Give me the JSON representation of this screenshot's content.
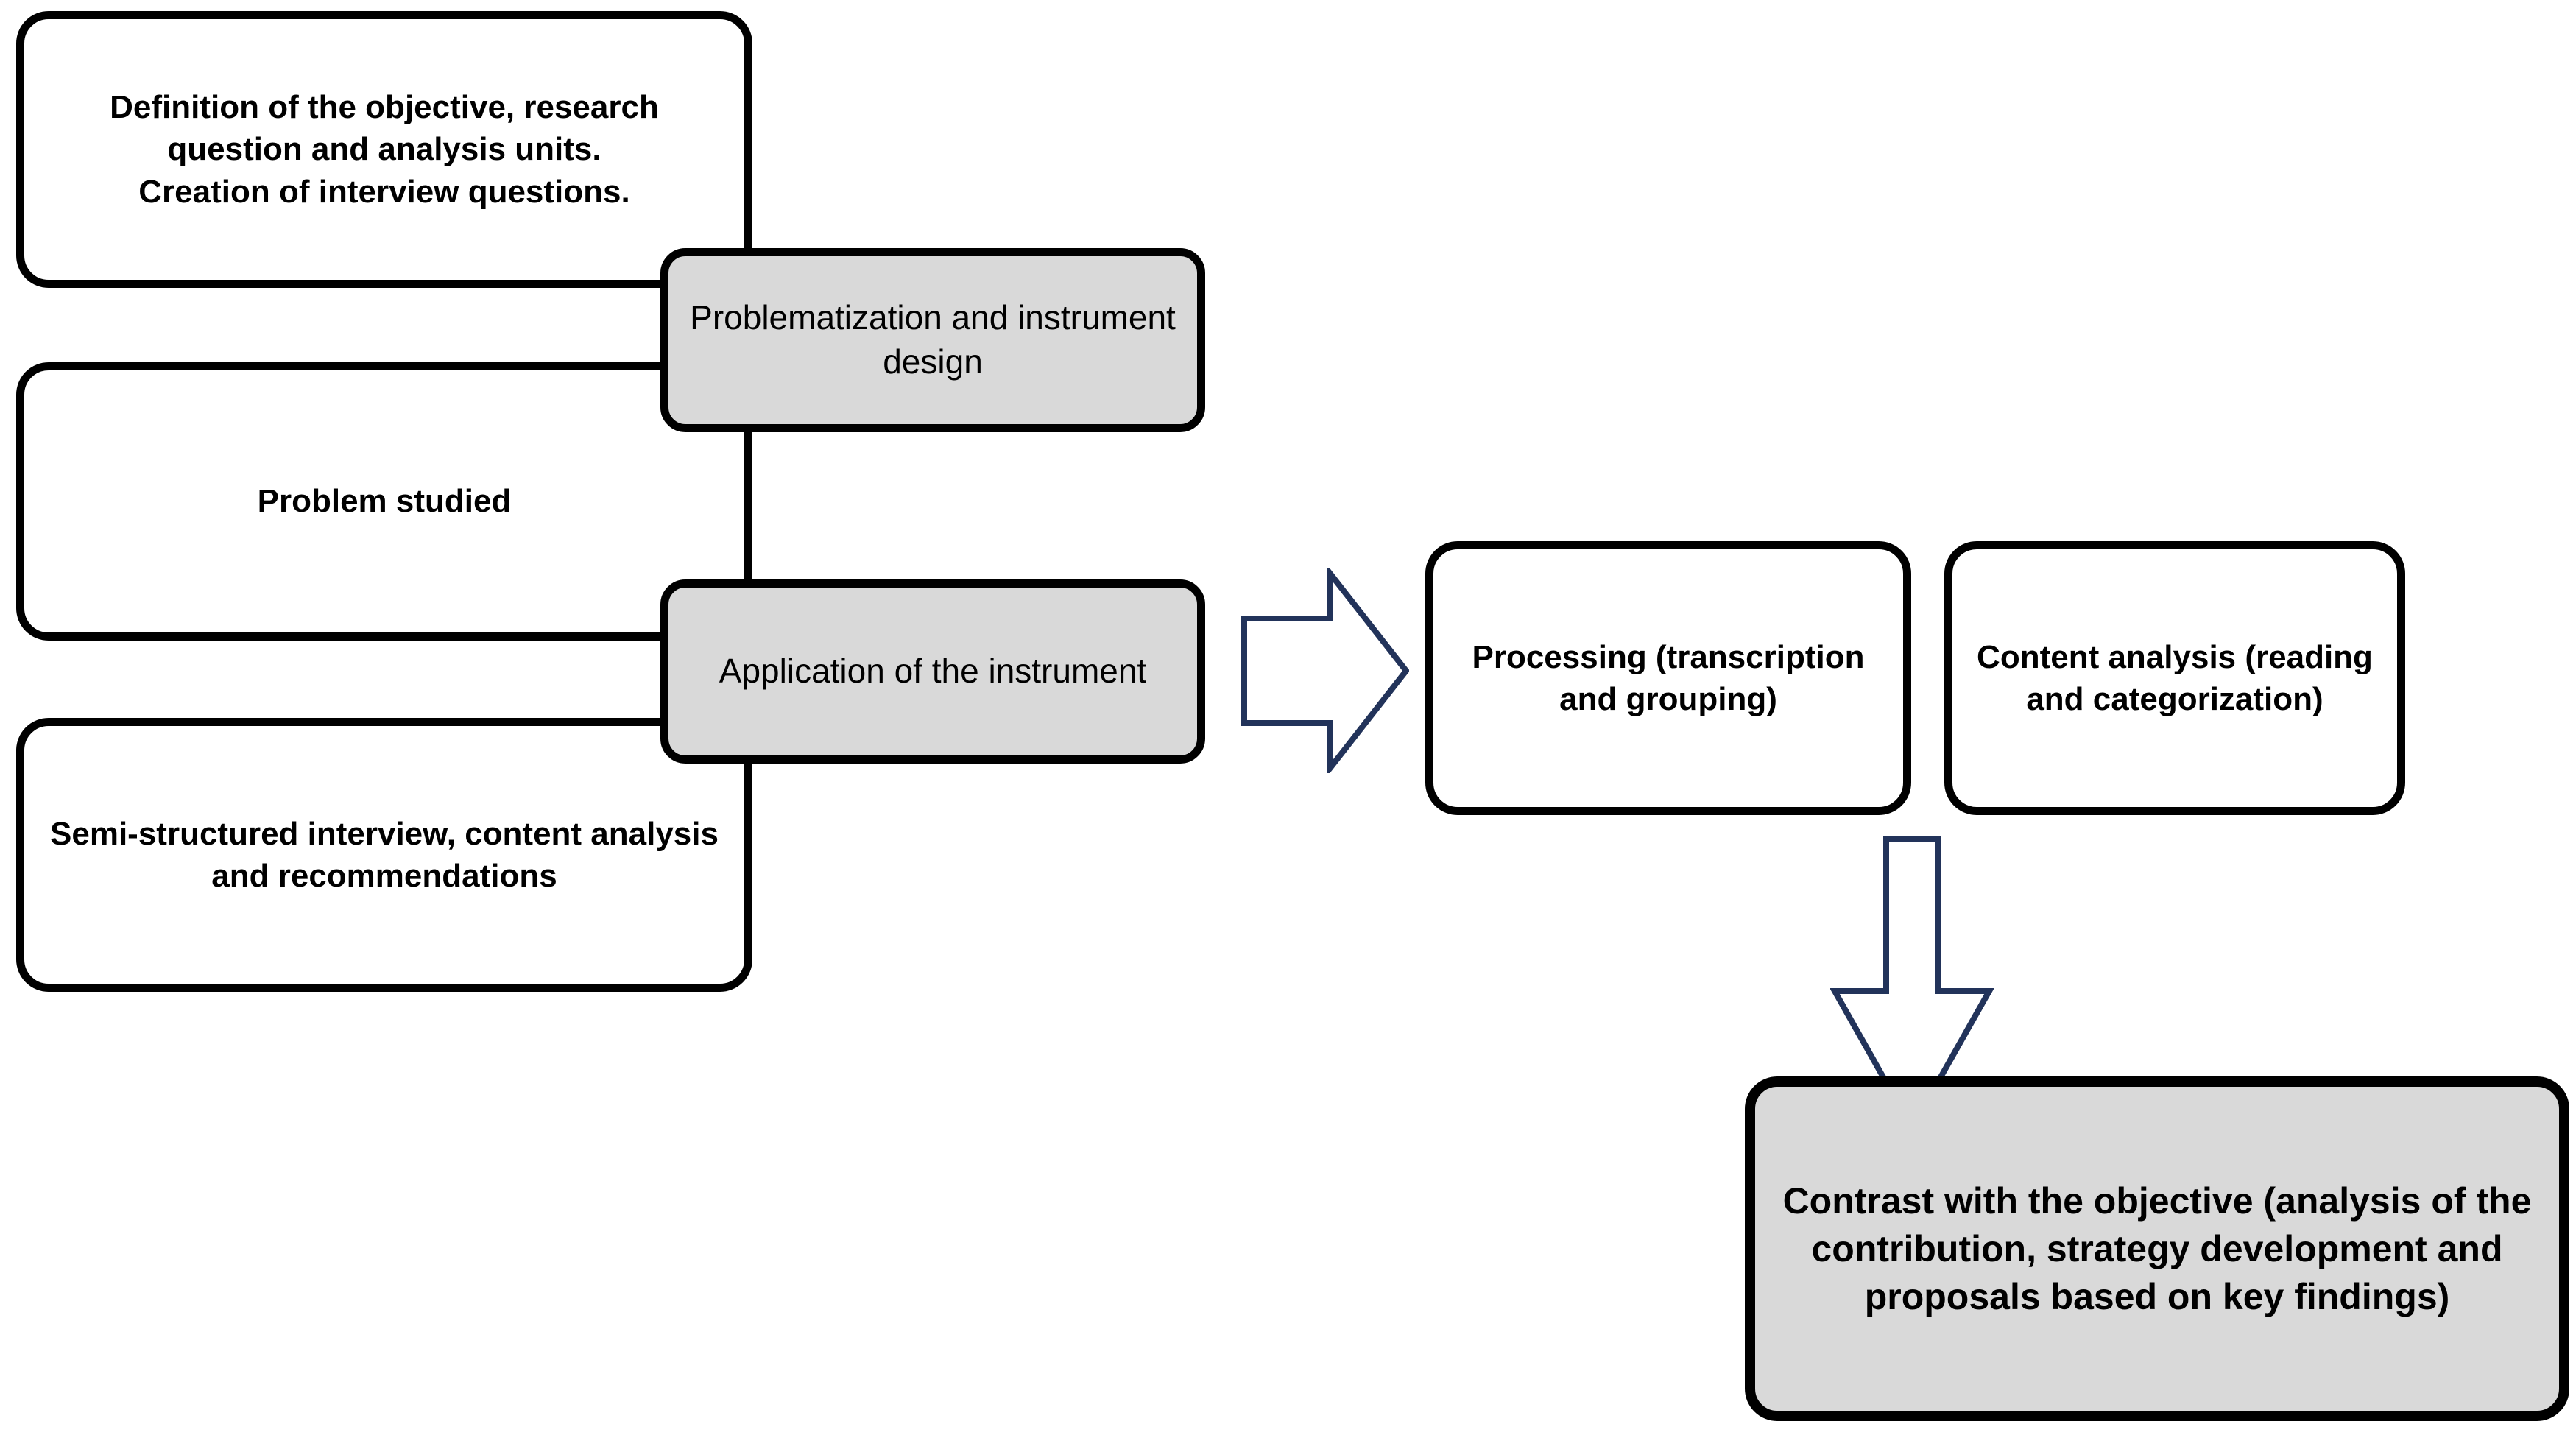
{
  "diagram": {
    "title": "Research methodology flowchart",
    "colors": {
      "node_outline": "#000000",
      "gray_fill": "#d9d9d9",
      "white_fill": "#ffffff",
      "arrow_stroke": "#22335a",
      "arrow_fill": "#ffffff",
      "background": "#ffffff"
    },
    "nodes": {
      "definition": {
        "label": "Definition of the objective, research question and analysis units.\nCreation of interview questions.",
        "style": "white",
        "weight": "bold"
      },
      "problem_studied": {
        "label": "Problem studied",
        "style": "white",
        "weight": "bold"
      },
      "semi_structured": {
        "label": "Semi-structured interview, content analysis and recommendations",
        "style": "white",
        "weight": "bold"
      },
      "problematization": {
        "label": "Problematization and instrument design",
        "style": "gray",
        "weight": "normal"
      },
      "application": {
        "label": "Application of the instrument",
        "style": "gray",
        "weight": "normal"
      },
      "processing": {
        "label": "Processing (transcription and grouping)",
        "style": "white",
        "weight": "bold"
      },
      "content_analysis": {
        "label": "Content analysis (reading and categorization)",
        "style": "white",
        "weight": "bold"
      },
      "contrast": {
        "label": "Contrast with the objective (analysis of the contribution, strategy development and proposals based on key findings)",
        "style": "gray",
        "weight": "bold"
      }
    },
    "arrows": {
      "right_arrow": "block-arrow-right-icon",
      "down_arrow": "block-arrow-down-icon"
    },
    "connectors": {
      "top": "vertical-connector-top",
      "middle": "vertical-connector-middle",
      "bottom": "vertical-connector-bottom"
    }
  }
}
